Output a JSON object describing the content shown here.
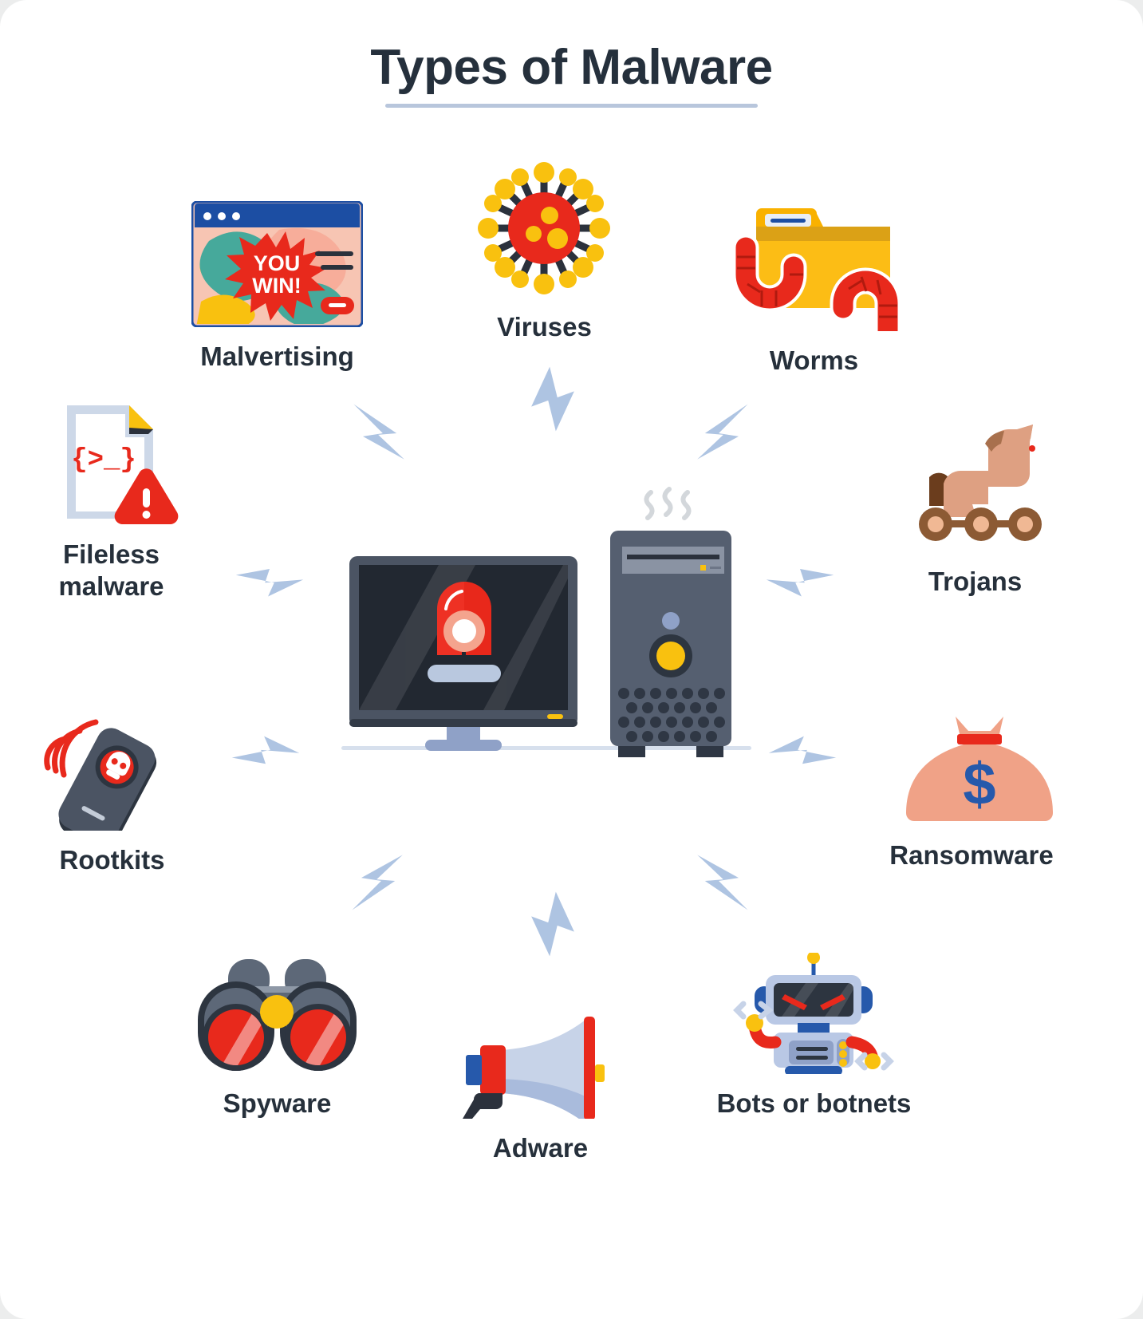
{
  "page": {
    "title": "Types of Malware",
    "background_color": "#ffffff",
    "outer_background_color": "#eceded",
    "title_color": "#25303c",
    "title_rule_color": "#b8c6dc",
    "label_color": "#26303b",
    "bolt_color": "#aec4e2"
  },
  "center": {
    "name": "infected-computer",
    "monitor_body_color": "#4b5463",
    "screen_color": "#222831",
    "tower_color": "#555f70",
    "alert_color": "#ee3124",
    "power_button_color": "#f9c10f",
    "steam_color": "#d3d7db"
  },
  "nodes": [
    {
      "id": "malvertising",
      "label": "Malvertising",
      "icon": "browser-ad-window-icon"
    },
    {
      "id": "viruses",
      "label": "Viruses",
      "icon": "virus-icon"
    },
    {
      "id": "worms",
      "label": "Worms",
      "icon": "folder-worms-icon"
    },
    {
      "id": "fileless",
      "label": "Fileless\nmalware",
      "icon": "code-document-warning-icon"
    },
    {
      "id": "trojans",
      "label": "Trojans",
      "icon": "trojan-horse-icon"
    },
    {
      "id": "rootkits",
      "label": "Rootkits",
      "icon": "remote-control-skull-icon"
    },
    {
      "id": "ransomware",
      "label": "Ransomware",
      "icon": "money-bag-dollar-icon"
    },
    {
      "id": "spyware",
      "label": "Spyware",
      "icon": "binoculars-icon"
    },
    {
      "id": "adware",
      "label": "Adware",
      "icon": "megaphone-icon"
    },
    {
      "id": "bots",
      "label": "Bots or botnets",
      "icon": "robot-icon"
    }
  ],
  "malvertising_icon": {
    "banner_text_line1": "YOU",
    "banner_text_line2": "WIN!",
    "titlebar_color": "#1c4ea3",
    "page_color": "#f7c5b3",
    "burst_color": "#e8291c"
  },
  "fileless_icon": {
    "code_text": "{>_}",
    "code_color": "#e8291c",
    "paper_color": "#cdd8e8",
    "corner_color": "#f9c10f",
    "warning_color": "#e8291c"
  },
  "ransomware_icon": {
    "currency_symbol": "$",
    "bag_color": "#f0a287",
    "tie_color": "#e8291c",
    "symbol_color": "#2659ab"
  }
}
